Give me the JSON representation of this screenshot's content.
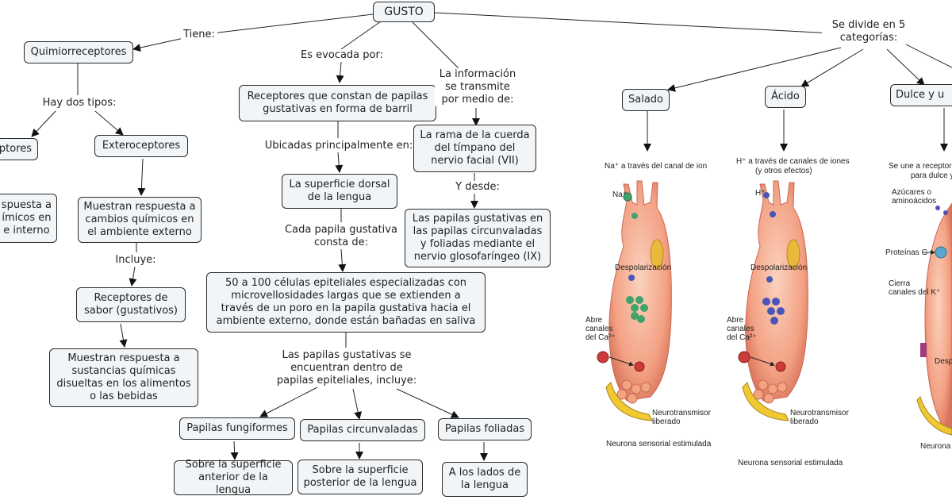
{
  "concept_map": {
    "root": "GUSTO",
    "quimiorreceptores": {
      "tiene_label": "Tiene:",
      "node": "Quimiorreceptores",
      "tipos_label": "Hay dos tipos:",
      "interoceptores_partial": "ptores",
      "interoceptores_desc_partial": "spuesta a\nímicos en\ne interno",
      "exteroceptores": "Exteroceptores",
      "exteroceptores_desc": "Muestran respuesta a\ncambios químicos en\nel ambiente externo",
      "incluye_label": "Incluye:",
      "receptores_sabor": "Receptores de\nsabor (gustativos)",
      "receptores_sabor_desc": "Muestran respuesta a\nsustancias químicas\ndisueltas en los alimentos\no las bebidas"
    },
    "evocada": {
      "label": "Es evocada por:",
      "receptores_papilas": "Receptores que constan de papilas\ngustativas en forma de barril",
      "ubicadas_label": "Ubicadas principalmente en:",
      "superficie_dorsal": "La superficie dorsal\nde la lengua",
      "cada_papila_label": "Cada papila gustativa\nconsta de:",
      "celulas": "50 a 100 células epiteliales especializadas con\nmicrovellosidades largas que se extienden a\ntravés de un poro en la papila gustativa hacia el\nambiente externo, donde están bañadas en saliva",
      "papilas_label": "Las papilas gustativas se\nencuentran dentro de\npapilas epiteliales, incluye:",
      "fungiformes": "Papilas fungiformes",
      "fungiformes_desc": "Sobre la superficie\nanterior de la lengua",
      "circunvaladas": "Papilas circunvaladas",
      "circunvaladas_desc": "Sobre la superficie\nposterior de la lengua",
      "foliadas": "Papilas foliadas",
      "foliadas_desc": "A los lados de\nla lengua"
    },
    "transmision": {
      "label": "La información\nse transmite\npor medio de:",
      "cuerda_timpano": "La rama de la cuerda\ndel tímpano del\nnervio facial (VII)",
      "y_desde_label": "Y desde:",
      "glosofaringeo": "Las papilas gustativas en\nlas papilas circunvaladas\ny foliadas mediante el\nnervio glosofaríngeo (IX)"
    },
    "categorias": {
      "label": "Se divide en 5\ncategorías:",
      "salado": "Salado",
      "acido": "Ácido",
      "dulce_partial": "Dulce y u"
    }
  },
  "illustrations": {
    "salado": {
      "caption": "Na⁺ a través del canal de ion",
      "ion": "Na⁺",
      "despolarizacion": "Despolarización",
      "abre_canales": "Abre\ncanales\ndel Ca²⁺",
      "neurotransmisor": "Neurotransmisor\nliberado",
      "neurona": "Neurona sensorial estimulada"
    },
    "acido": {
      "caption": "H⁺ a través de canales de iones\n(y otros efectos)",
      "ion": "H⁺",
      "despolarizacion": "Despolarización",
      "abre_canales": "Abre\ncanales\ndel Ca²⁺",
      "neurotransmisor": "Neurotransmisor\nliberado",
      "neurona": "Neurona sensorial estimulada"
    },
    "dulce": {
      "caption": "Se une a receptores d\npara dulce y u",
      "azucares": "Azúcares o\naminoácidos",
      "proteinas_g": "Proteínas G",
      "cierra_canales": "Cierra\ncanales del K⁺",
      "despolarizacion_partial": "Desp",
      "neurona_partial": "Neurona s"
    }
  },
  "colors": {
    "node_fill": "#f2f5f7",
    "node_border": "#2a2a2a",
    "cell_body": "#f3a184",
    "cell_dark": "#d9745c",
    "nucleus_yellow": "#e8b93a",
    "ion_green": "#3fa36b",
    "ion_blue": "#4a55b8",
    "calcium_red": "#cc3a3a",
    "neuron_yellow": "#f0c832",
    "receptor_cyan": "#5ba7cf"
  }
}
